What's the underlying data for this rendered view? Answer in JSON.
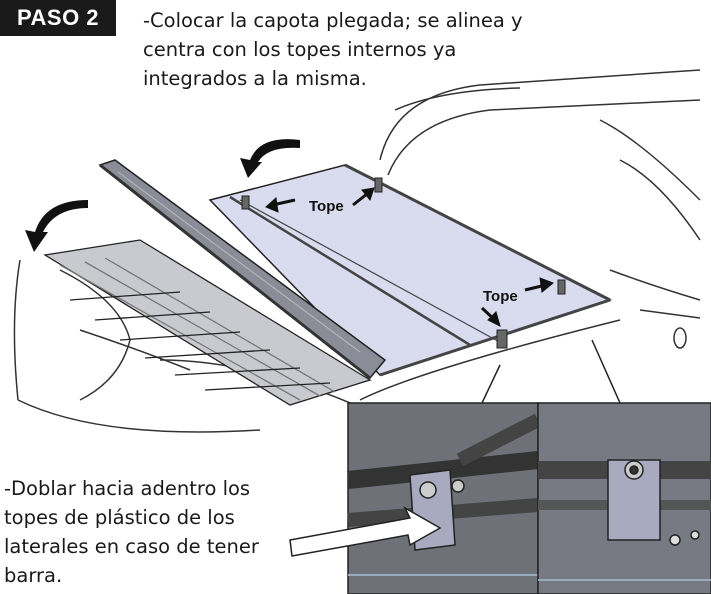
{
  "step_badge": "PASO 2",
  "instructions": {
    "top": [
      "-Colocar la capota plegada; se alinea y",
      "centra con los topes internos ya",
      "integrados a la misma."
    ],
    "bottom": [
      "-Doblar hacia adentro los",
      "topes de plástico de los",
      "laterales en caso de tener",
      "barra."
    ]
  },
  "labels": {
    "tope_1": "Tope",
    "tope_2": "Tope"
  },
  "colors": {
    "badge_bg": "#1a1a1a",
    "cover_panel": "#d9dbef",
    "standing_panel": "#8a8d98",
    "detail_bg": "#6f7178"
  }
}
